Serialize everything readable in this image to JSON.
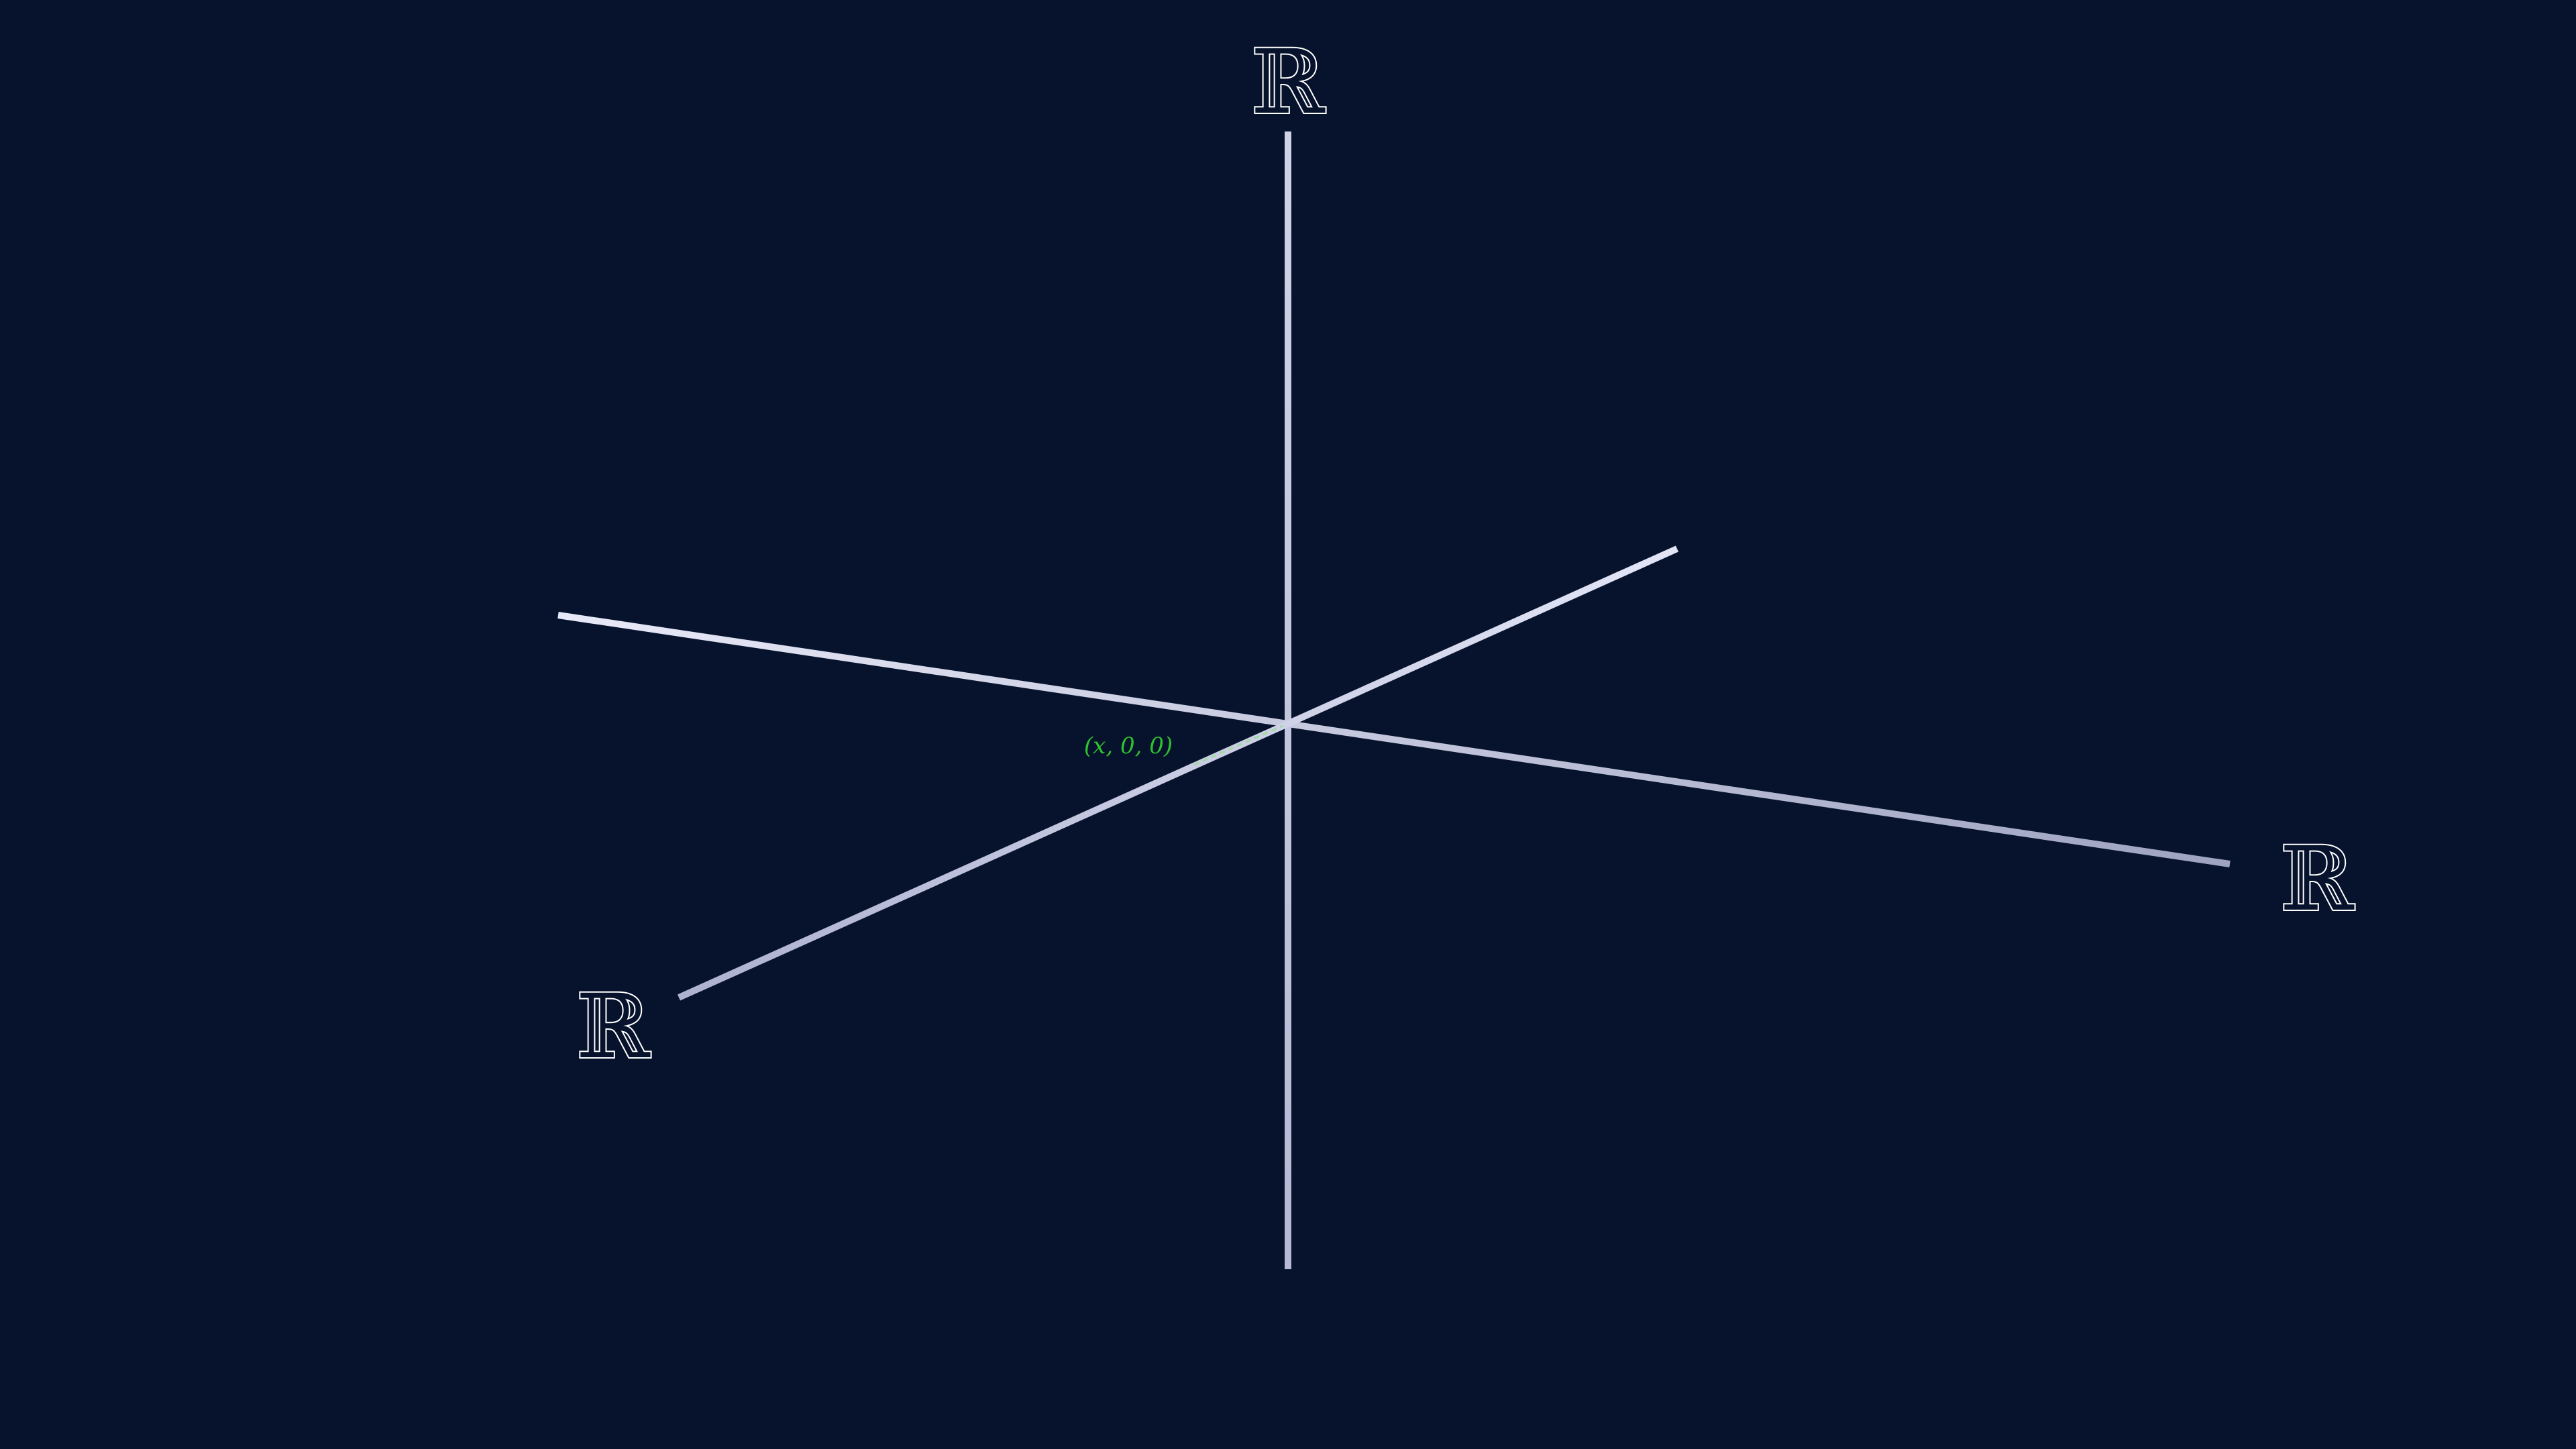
{
  "diagram": {
    "axes": [
      {
        "id": "vertical",
        "label": "ℝ"
      },
      {
        "id": "horizontal",
        "label": "ℝ"
      },
      {
        "id": "depth",
        "label": "ℝ"
      }
    ],
    "point": {
      "label": "(x, 0, 0)",
      "color": "#2fc22f"
    },
    "colors": {
      "background": "#07132d",
      "axis": "#d6d9ee",
      "label": "#ffffff"
    }
  }
}
